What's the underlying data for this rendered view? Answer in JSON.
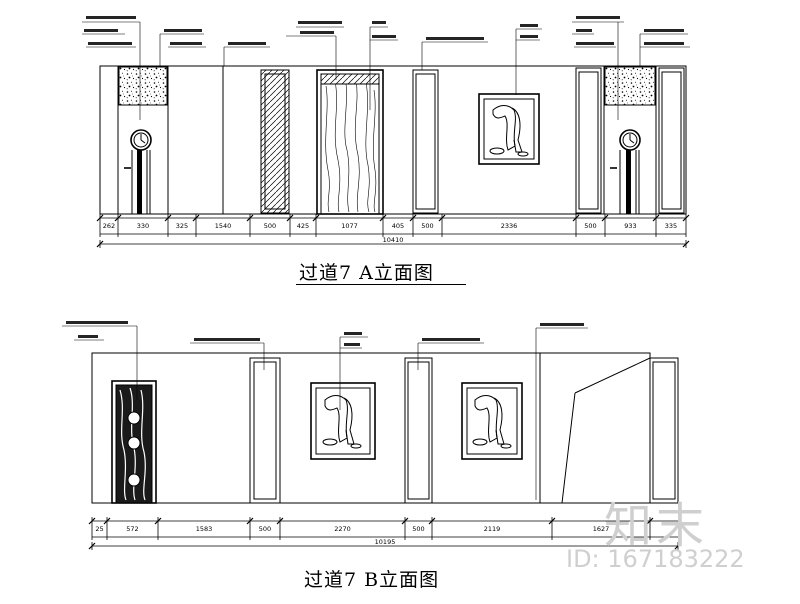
{
  "elevation_a": {
    "title": "过道7 A立面图",
    "dimensions": [
      "262",
      "330",
      "325",
      "1540",
      "500",
      "425",
      "1077",
      "405",
      "500",
      "2336",
      "500",
      "933",
      "335"
    ],
    "total": "10410"
  },
  "elevation_b": {
    "title": "过道7 B立面图",
    "dimensions": [
      "25",
      "572",
      "1583",
      "500",
      "2270",
      "500",
      "2119",
      "1627"
    ],
    "total": "10195"
  },
  "watermark": {
    "brand": "知末",
    "id_text": "ID: 167183222"
  }
}
